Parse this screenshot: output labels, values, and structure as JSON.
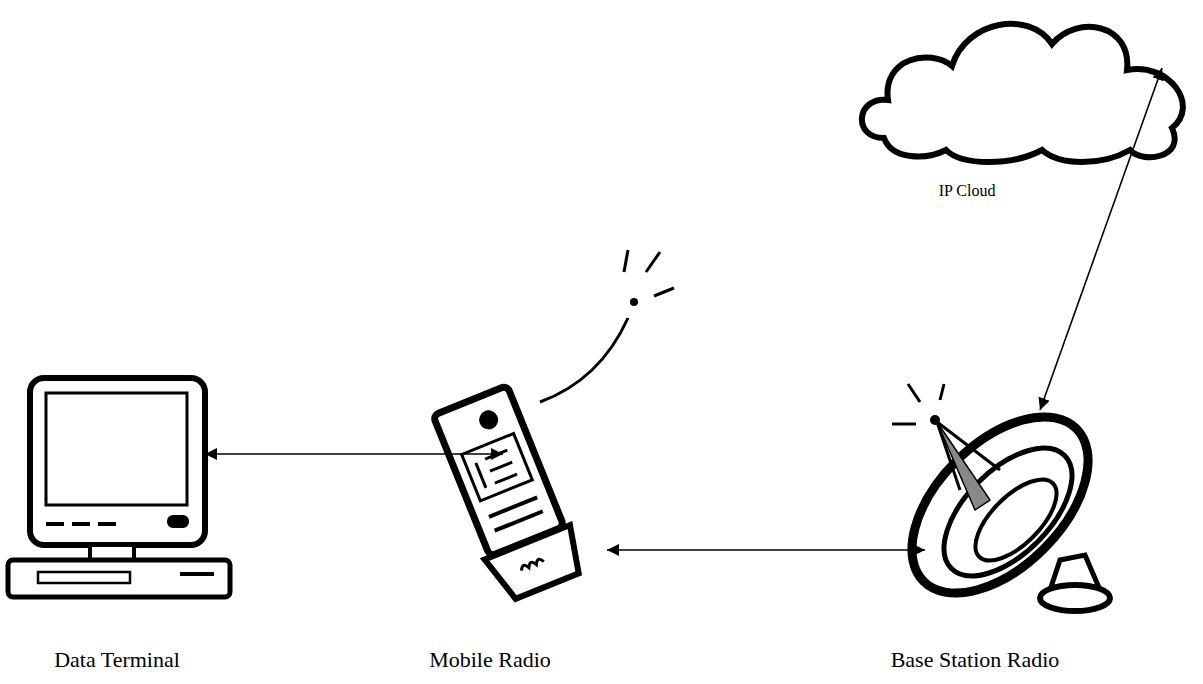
{
  "diagram": {
    "nodes": [
      {
        "text": [
          "Data Terminal"
        ]
      },
      {
        "text": [
          "Mobile Radio"
        ]
      },
      {
        "text": [
          "Base Station Radio"
        ]
      },
      {
        "text": [
          "IP Cloud"
        ]
      }
    ],
    "edges": [
      {
        "from": 0,
        "to": 1,
        "arrow": "both"
      },
      {
        "from": 1,
        "to": 2,
        "arrow": "both"
      },
      {
        "from": 2,
        "to": 3,
        "arrow": "both"
      }
    ]
  }
}
